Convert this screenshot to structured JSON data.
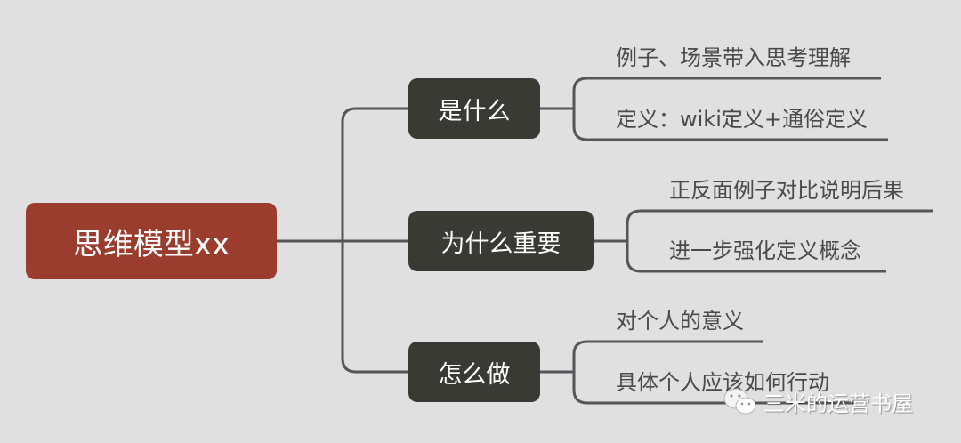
{
  "root": {
    "label": "思维模型xx",
    "color": "#9a3c2e"
  },
  "branches": [
    {
      "label": "是什么",
      "children": [
        "例子、场景带入思考理解",
        "定义：wiki定义+通俗定义"
      ]
    },
    {
      "label": "为什么重要",
      "children": [
        "正反面例子对比说明后果",
        "进一步强化定义概念"
      ]
    },
    {
      "label": "怎么做",
      "children": [
        "对个人的意义",
        "具体个人应该如何行动"
      ]
    }
  ],
  "branch_color": "#3a3a35",
  "line_color": "#55555a",
  "watermark": {
    "icon": "wechat-icon",
    "text": "三米的运营书屋"
  }
}
